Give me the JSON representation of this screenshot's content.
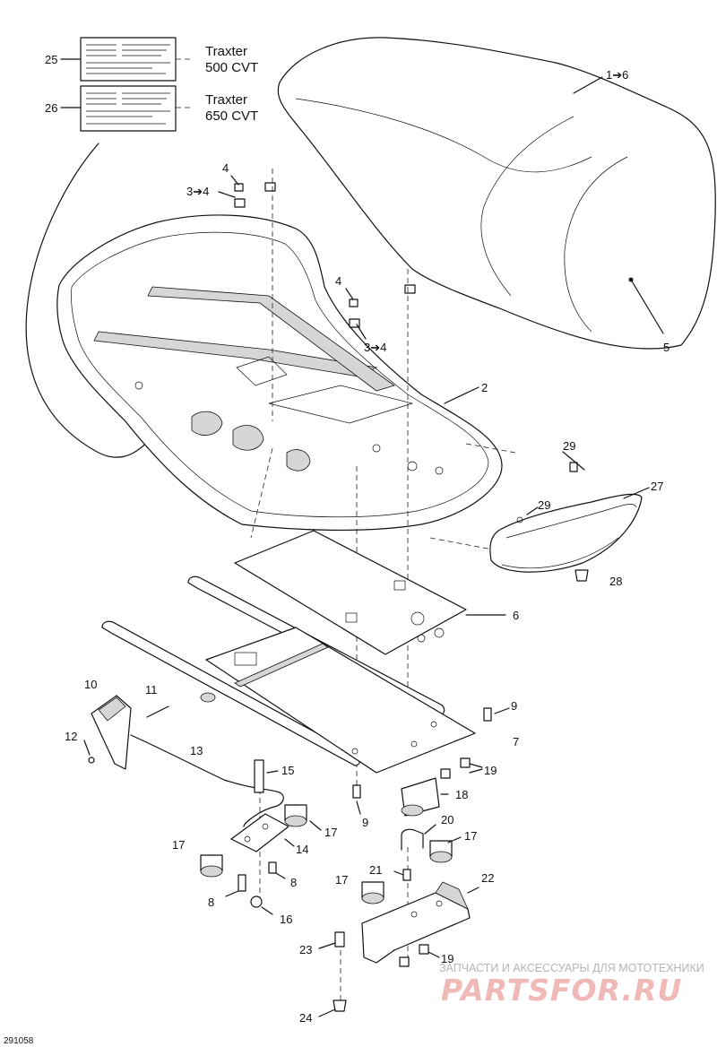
{
  "diagram": {
    "callouts": {
      "c1_6": "1➔6",
      "c2": "2",
      "c3_4a": "3➔4",
      "c3_4b": "3➔4",
      "c4a": "4",
      "c4b": "4",
      "c5": "5",
      "c6": "6",
      "c7": "7",
      "c8a": "8",
      "c8b": "8",
      "c9a": "9",
      "c9b": "9",
      "c10": "10",
      "c11": "11",
      "c12": "12",
      "c13": "13",
      "c14": "14",
      "c15": "15",
      "c16": "16",
      "c17a": "17",
      "c17b": "17",
      "c17c": "17",
      "c17d": "17",
      "c18": "18",
      "c19a": "19",
      "c19b": "19",
      "c20": "20",
      "c21": "21",
      "c22": "22",
      "c23": "23",
      "c24": "24",
      "c25": "25",
      "c26": "26",
      "c27": "27",
      "c28": "28",
      "c29a": "29",
      "c29b": "29"
    },
    "models": {
      "label25_line1": "Traxter",
      "label25_line2": "500 CVT",
      "label26_line1": "Traxter",
      "label26_line2": "650 CVT"
    },
    "drawing_code": "291058"
  },
  "watermark": {
    "tagline": "ЗАПЧАСТИ И АКСЕССУАРЫ ДЛЯ МОТОТЕХНИКИ",
    "brand": "PARTSFOR.RU"
  }
}
